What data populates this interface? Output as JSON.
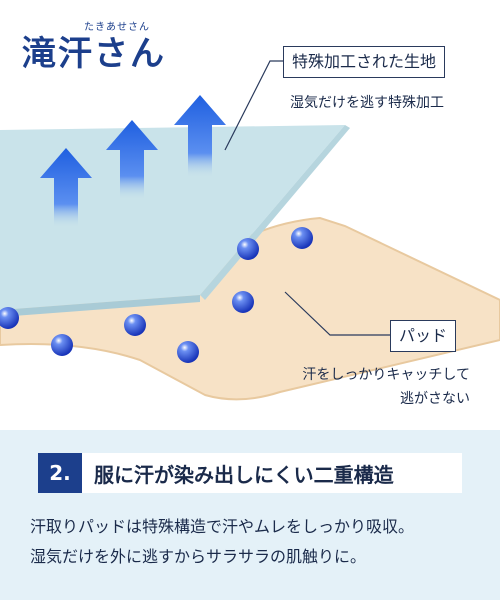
{
  "logo": {
    "ruby": "たきあせさん",
    "name": "滝汗さん"
  },
  "fabric": {
    "label": "特殊加工された生地",
    "description": "湿気だけを逃す特殊加工"
  },
  "pad": {
    "label": "パッド",
    "description_line1": "汗をしっかりキャッチして",
    "description_line2": "逃がさない"
  },
  "feature": {
    "number": "2.",
    "title": "服に汗が染み出しにくい二重構造",
    "body_line1": "汗取りパッドは特殊構造で汗やムレをしっかり吸収。",
    "body_line2": "湿気だけを外に逃すからサラサラの肌触りに。"
  },
  "colors": {
    "brand": "#1c3f8c",
    "fabric": "#c9e3ea",
    "pad": "#f7e2c6",
    "arrow": "#1f5fe0",
    "panel": "#e4f1f8"
  }
}
